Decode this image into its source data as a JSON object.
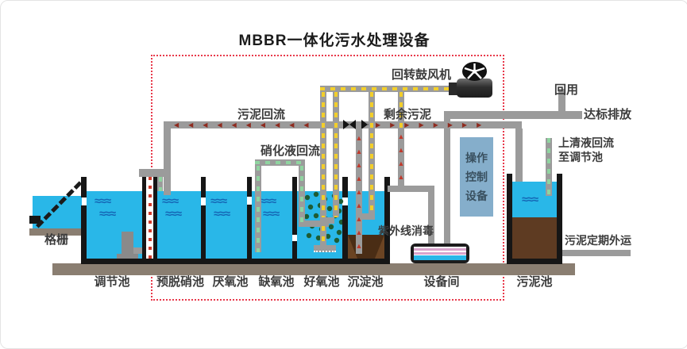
{
  "title": "MBBR一体化污水处理设备",
  "labels": {
    "grid": "格栅",
    "sludge_return": "污泥回流",
    "nitrified_recirc": "硝化液回流",
    "blower": "回转鼓风机",
    "excess_sludge": "剩余污泥",
    "reuse": "回用",
    "discharge": "达标排放",
    "supernatant_return_1": "上清液回流",
    "supernatant_return_2": "至调节池",
    "uv_disinfect": "紫外线消毒",
    "control_1": "操作",
    "control_2": "控制",
    "control_3": "设备",
    "sludge_haul": "污泥定期外运"
  },
  "tanks": [
    {
      "label": "调节池"
    },
    {
      "label": "预脱硝池"
    },
    {
      "label": "厌氧池"
    },
    {
      "label": "缺氧池"
    },
    {
      "label": "好氧池"
    },
    {
      "label": "沉淀池"
    },
    {
      "label": "设备间"
    },
    {
      "label": "污泥池"
    }
  ],
  "icons": {
    "wave": "≈≈≈",
    "flow_left": "◀◀◀◀◀◀◀◀◀◀",
    "flow_right": "▶▶▶▶▶▶▶▶",
    "flow_up_long": "▲▲▲▲▲▲▲▲▲",
    "flow_up_short": "▲▲▲▲"
  },
  "colors": {
    "water": "#29B7E8",
    "wave": "#1566B5",
    "sludge_brown": "#6B4423",
    "hopper_brown": "#4A2D15",
    "pipe_gray": "#9B9B9B",
    "wall_black": "#161616",
    "air_dash_yellow": "#F2CE2B",
    "recirc_dash_green": "#8FD4A0",
    "sludge_flow_red": "#C0392B",
    "dashed_border_red": "#E8394B",
    "control_box_blue": "#85AECB",
    "uv_pink": "#D9A3CC",
    "ground_base": "#8A7E71"
  }
}
